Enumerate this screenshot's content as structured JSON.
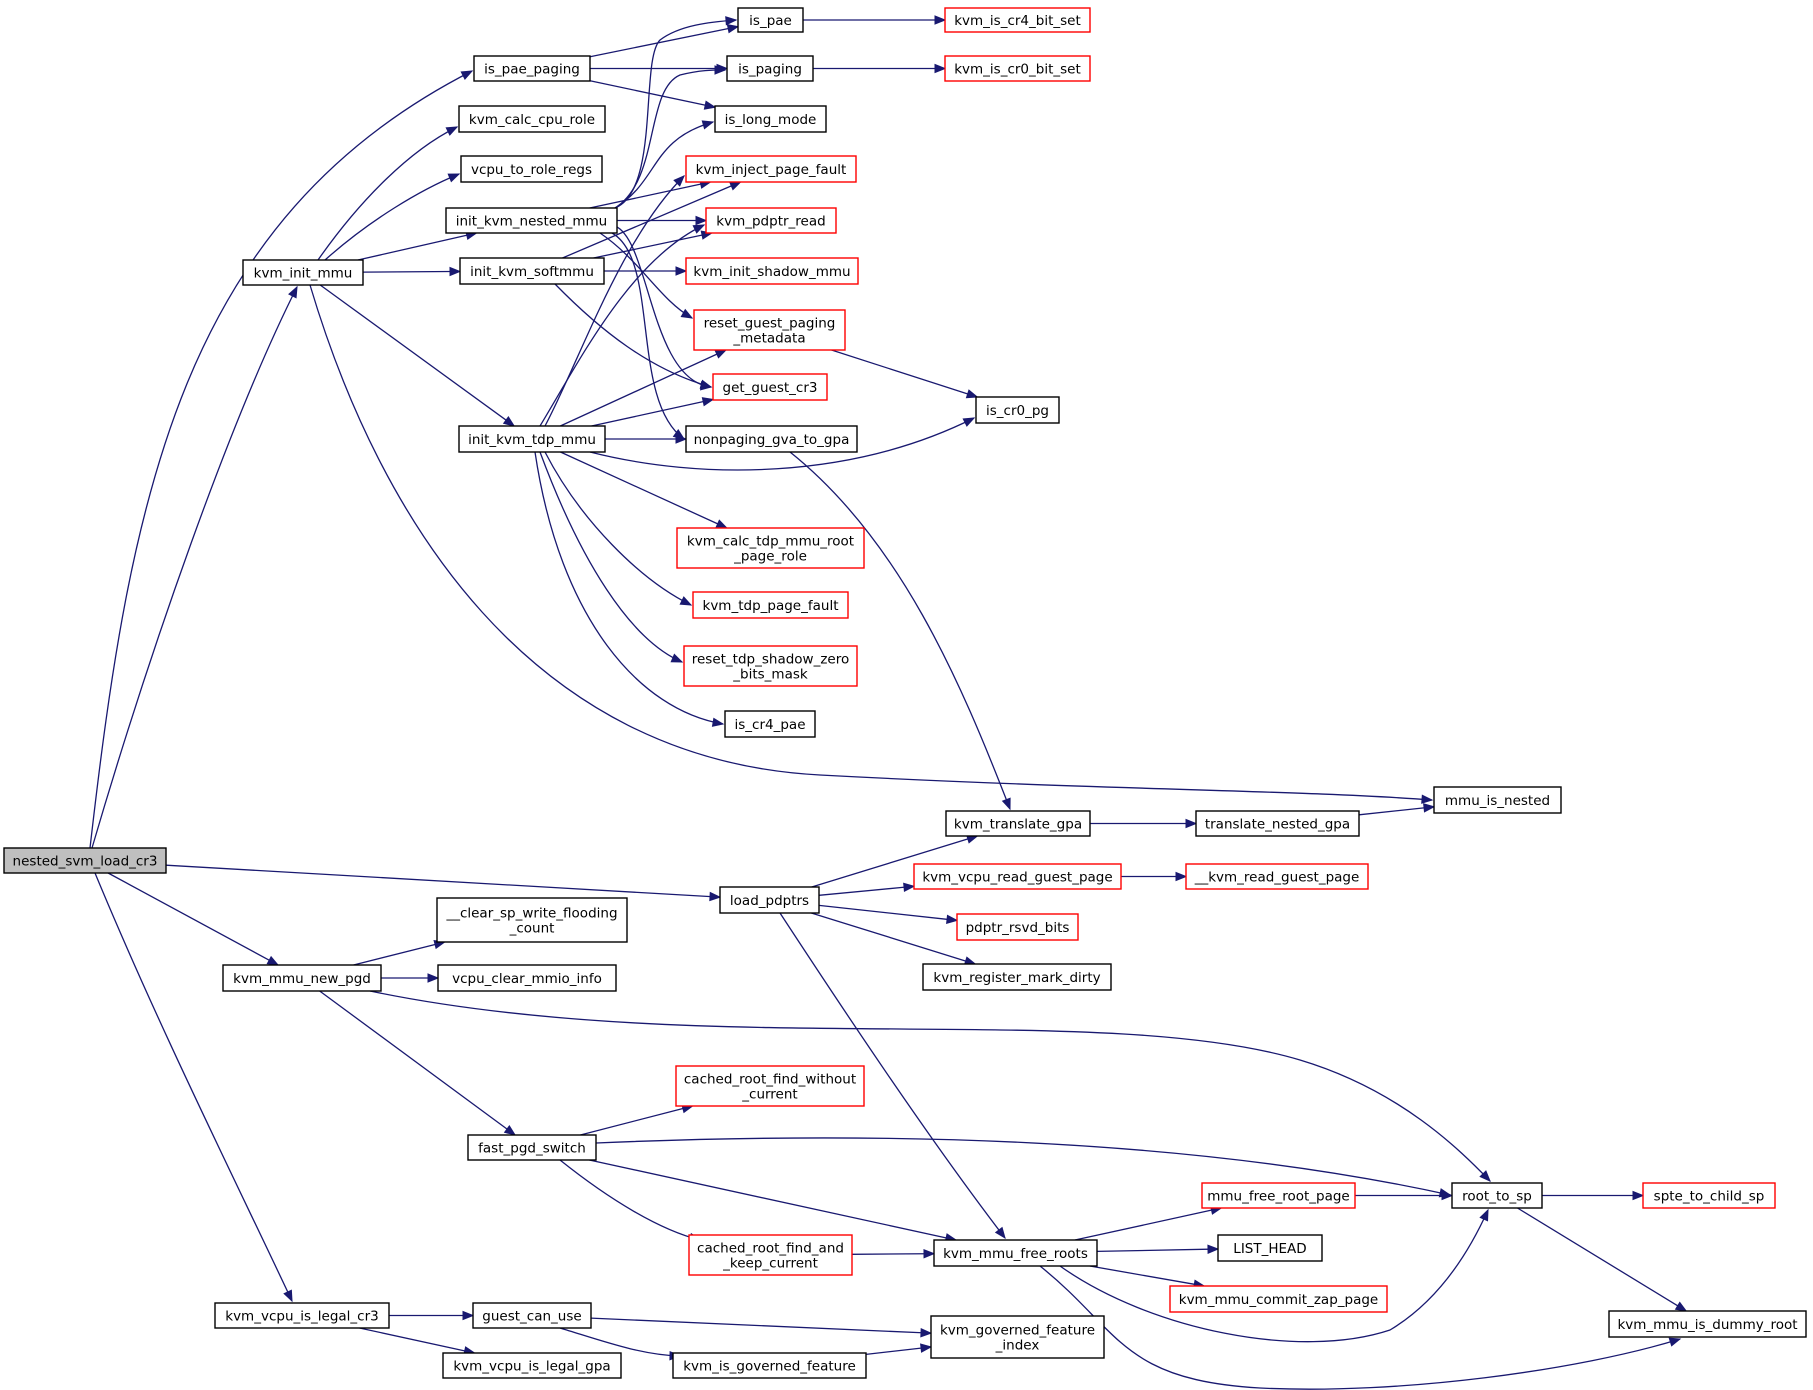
{
  "colors": {
    "edge": "#191970",
    "border_default": "#000000",
    "border_external": "#ff0000",
    "fill_default": "#ffffff",
    "fill_selected": "#bfbfbf"
  },
  "nodes": [
    {
      "id": "nested_svm_load_cr3",
      "lines": [
        "nested_svm_load_cr3"
      ],
      "style": "selected"
    },
    {
      "id": "kvm_init_mmu",
      "lines": [
        "kvm_init_mmu"
      ],
      "style": "default"
    },
    {
      "id": "kvm_mmu_new_pgd",
      "lines": [
        "kvm_mmu_new_pgd"
      ],
      "style": "default"
    },
    {
      "id": "kvm_vcpu_is_legal_cr3",
      "lines": [
        "kvm_vcpu_is_legal_cr3"
      ],
      "style": "default"
    },
    {
      "id": "is_pae_paging",
      "lines": [
        "is_pae_paging"
      ],
      "style": "default"
    },
    {
      "id": "kvm_calc_cpu_role",
      "lines": [
        "kvm_calc_cpu_role"
      ],
      "style": "default"
    },
    {
      "id": "vcpu_to_role_regs",
      "lines": [
        "vcpu_to_role_regs"
      ],
      "style": "default"
    },
    {
      "id": "init_kvm_nested_mmu",
      "lines": [
        "init_kvm_nested_mmu"
      ],
      "style": "default"
    },
    {
      "id": "init_kvm_softmmu",
      "lines": [
        "init_kvm_softmmu"
      ],
      "style": "default"
    },
    {
      "id": "init_kvm_tdp_mmu",
      "lines": [
        "init_kvm_tdp_mmu"
      ],
      "style": "default"
    },
    {
      "id": "clear_sp_write_flooding_count",
      "lines": [
        "__clear_sp_write_flooding",
        "_count"
      ],
      "style": "default"
    },
    {
      "id": "vcpu_clear_mmio_info",
      "lines": [
        "vcpu_clear_mmio_info"
      ],
      "style": "default"
    },
    {
      "id": "fast_pgd_switch",
      "lines": [
        "fast_pgd_switch"
      ],
      "style": "default"
    },
    {
      "id": "guest_can_use",
      "lines": [
        "guest_can_use"
      ],
      "style": "default"
    },
    {
      "id": "kvm_vcpu_is_legal_gpa",
      "lines": [
        "kvm_vcpu_is_legal_gpa"
      ],
      "style": "default"
    },
    {
      "id": "is_pae",
      "lines": [
        "is_pae"
      ],
      "style": "default"
    },
    {
      "id": "is_paging",
      "lines": [
        "is_paging"
      ],
      "style": "default"
    },
    {
      "id": "is_long_mode",
      "lines": [
        "is_long_mode"
      ],
      "style": "default"
    },
    {
      "id": "kvm_inject_page_fault",
      "lines": [
        "kvm_inject_page_fault"
      ],
      "style": "external"
    },
    {
      "id": "kvm_pdptr_read",
      "lines": [
        "kvm_pdptr_read"
      ],
      "style": "external"
    },
    {
      "id": "kvm_init_shadow_mmu",
      "lines": [
        "kvm_init_shadow_mmu"
      ],
      "style": "external"
    },
    {
      "id": "reset_guest_paging_metadata",
      "lines": [
        "reset_guest_paging",
        "_metadata"
      ],
      "style": "external"
    },
    {
      "id": "get_guest_cr3",
      "lines": [
        "get_guest_cr3"
      ],
      "style": "external"
    },
    {
      "id": "nonpaging_gva_to_gpa",
      "lines": [
        "nonpaging_gva_to_gpa"
      ],
      "style": "default"
    },
    {
      "id": "kvm_calc_tdp_mmu_root_page_role",
      "lines": [
        "kvm_calc_tdp_mmu_root",
        "_page_role"
      ],
      "style": "external"
    },
    {
      "id": "kvm_tdp_page_fault",
      "lines": [
        "kvm_tdp_page_fault"
      ],
      "style": "external"
    },
    {
      "id": "reset_tdp_shadow_zero_bits_mask",
      "lines": [
        "reset_tdp_shadow_zero",
        "_bits_mask"
      ],
      "style": "external"
    },
    {
      "id": "is_cr4_pae",
      "lines": [
        "is_cr4_pae"
      ],
      "style": "default"
    },
    {
      "id": "load_pdptrs",
      "lines": [
        "load_pdptrs"
      ],
      "style": "default"
    },
    {
      "id": "cached_root_find_without_current",
      "lines": [
        "cached_root_find_without",
        "_current"
      ],
      "style": "external"
    },
    {
      "id": "cached_root_find_and_keep_current",
      "lines": [
        "cached_root_find_and",
        "_keep_current"
      ],
      "style": "external"
    },
    {
      "id": "kvm_is_governed_feature",
      "lines": [
        "kvm_is_governed_feature"
      ],
      "style": "default"
    },
    {
      "id": "kvm_is_cr4_bit_set",
      "lines": [
        "kvm_is_cr4_bit_set"
      ],
      "style": "external"
    },
    {
      "id": "kvm_is_cr0_bit_set",
      "lines": [
        "kvm_is_cr0_bit_set"
      ],
      "style": "external"
    },
    {
      "id": "is_cr0_pg",
      "lines": [
        "is_cr0_pg"
      ],
      "style": "default"
    },
    {
      "id": "kvm_translate_gpa",
      "lines": [
        "kvm_translate_gpa"
      ],
      "style": "default"
    },
    {
      "id": "kvm_vcpu_read_guest_page",
      "lines": [
        "kvm_vcpu_read_guest_page"
      ],
      "style": "external"
    },
    {
      "id": "pdptr_rsvd_bits",
      "lines": [
        "pdptr_rsvd_bits"
      ],
      "style": "external"
    },
    {
      "id": "kvm_register_mark_dirty",
      "lines": [
        "kvm_register_mark_dirty"
      ],
      "style": "default"
    },
    {
      "id": "kvm_mmu_free_roots",
      "lines": [
        "kvm_mmu_free_roots"
      ],
      "style": "default"
    },
    {
      "id": "kvm_governed_feature_index",
      "lines": [
        "kvm_governed_feature",
        "_index"
      ],
      "style": "default"
    },
    {
      "id": "translate_nested_gpa",
      "lines": [
        "translate_nested_gpa"
      ],
      "style": "default"
    },
    {
      "id": "kvm_read_guest_page",
      "lines": [
        "__kvm_read_guest_page"
      ],
      "style": "external"
    },
    {
      "id": "mmu_free_root_page",
      "lines": [
        "mmu_free_root_page"
      ],
      "style": "external"
    },
    {
      "id": "LIST_HEAD",
      "lines": [
        "LIST_HEAD"
      ],
      "style": "default"
    },
    {
      "id": "kvm_mmu_commit_zap_page",
      "lines": [
        "kvm_mmu_commit_zap_page"
      ],
      "style": "external"
    },
    {
      "id": "mmu_is_nested",
      "lines": [
        "mmu_is_nested"
      ],
      "style": "default"
    },
    {
      "id": "root_to_sp",
      "lines": [
        "root_to_sp"
      ],
      "style": "default"
    },
    {
      "id": "spte_to_child_sp",
      "lines": [
        "spte_to_child_sp"
      ],
      "style": "external"
    },
    {
      "id": "kvm_mmu_is_dummy_root",
      "lines": [
        "kvm_mmu_is_dummy_root"
      ],
      "style": "default"
    }
  ],
  "edges": [
    [
      "nested_svm_load_cr3",
      "is_pae_paging"
    ],
    [
      "nested_svm_load_cr3",
      "kvm_init_mmu"
    ],
    [
      "nested_svm_load_cr3",
      "load_pdptrs"
    ],
    [
      "nested_svm_load_cr3",
      "kvm_mmu_new_pgd"
    ],
    [
      "nested_svm_load_cr3",
      "kvm_vcpu_is_legal_cr3"
    ],
    [
      "is_pae_paging",
      "is_pae"
    ],
    [
      "is_pae_paging",
      "is_paging"
    ],
    [
      "is_pae_paging",
      "is_long_mode"
    ],
    [
      "is_pae",
      "kvm_is_cr4_bit_set"
    ],
    [
      "is_paging",
      "kvm_is_cr0_bit_set"
    ],
    [
      "kvm_init_mmu",
      "kvm_calc_cpu_role"
    ],
    [
      "kvm_init_mmu",
      "vcpu_to_role_regs"
    ],
    [
      "kvm_init_mmu",
      "init_kvm_nested_mmu"
    ],
    [
      "kvm_init_mmu",
      "init_kvm_softmmu"
    ],
    [
      "kvm_init_mmu",
      "init_kvm_tdp_mmu"
    ],
    [
      "kvm_init_mmu",
      "mmu_is_nested"
    ],
    [
      "init_kvm_nested_mmu",
      "is_pae"
    ],
    [
      "init_kvm_nested_mmu",
      "is_paging"
    ],
    [
      "init_kvm_nested_mmu",
      "is_long_mode"
    ],
    [
      "init_kvm_nested_mmu",
      "kvm_inject_page_fault"
    ],
    [
      "init_kvm_nested_mmu",
      "kvm_pdptr_read"
    ],
    [
      "init_kvm_nested_mmu",
      "reset_guest_paging_metadata"
    ],
    [
      "init_kvm_nested_mmu",
      "get_guest_cr3"
    ],
    [
      "init_kvm_nested_mmu",
      "nonpaging_gva_to_gpa"
    ],
    [
      "init_kvm_softmmu",
      "kvm_inject_page_fault"
    ],
    [
      "init_kvm_softmmu",
      "kvm_pdptr_read"
    ],
    [
      "init_kvm_softmmu",
      "kvm_init_shadow_mmu"
    ],
    [
      "init_kvm_softmmu",
      "get_guest_cr3"
    ],
    [
      "init_kvm_tdp_mmu",
      "kvm_inject_page_fault"
    ],
    [
      "init_kvm_tdp_mmu",
      "kvm_pdptr_read"
    ],
    [
      "init_kvm_tdp_mmu",
      "reset_guest_paging_metadata"
    ],
    [
      "init_kvm_tdp_mmu",
      "get_guest_cr3"
    ],
    [
      "init_kvm_tdp_mmu",
      "nonpaging_gva_to_gpa"
    ],
    [
      "init_kvm_tdp_mmu",
      "is_cr0_pg"
    ],
    [
      "init_kvm_tdp_mmu",
      "kvm_calc_tdp_mmu_root_page_role"
    ],
    [
      "init_kvm_tdp_mmu",
      "kvm_tdp_page_fault"
    ],
    [
      "init_kvm_tdp_mmu",
      "reset_tdp_shadow_zero_bits_mask"
    ],
    [
      "init_kvm_tdp_mmu",
      "is_cr4_pae"
    ],
    [
      "reset_guest_paging_metadata",
      "is_cr0_pg"
    ],
    [
      "nonpaging_gva_to_gpa",
      "kvm_translate_gpa"
    ],
    [
      "kvm_translate_gpa",
      "translate_nested_gpa"
    ],
    [
      "translate_nested_gpa",
      "mmu_is_nested"
    ],
    [
      "load_pdptrs",
      "kvm_translate_gpa"
    ],
    [
      "load_pdptrs",
      "kvm_vcpu_read_guest_page"
    ],
    [
      "load_pdptrs",
      "pdptr_rsvd_bits"
    ],
    [
      "load_pdptrs",
      "kvm_register_mark_dirty"
    ],
    [
      "load_pdptrs",
      "kvm_mmu_free_roots"
    ],
    [
      "kvm_vcpu_read_guest_page",
      "kvm_read_guest_page"
    ],
    [
      "kvm_mmu_new_pgd",
      "clear_sp_write_flooding_count"
    ],
    [
      "kvm_mmu_new_pgd",
      "vcpu_clear_mmio_info"
    ],
    [
      "kvm_mmu_new_pgd",
      "fast_pgd_switch"
    ],
    [
      "kvm_mmu_new_pgd",
      "root_to_sp"
    ],
    [
      "fast_pgd_switch",
      "cached_root_find_without_current"
    ],
    [
      "fast_pgd_switch",
      "root_to_sp"
    ],
    [
      "fast_pgd_switch",
      "kvm_mmu_free_roots"
    ],
    [
      "fast_pgd_switch",
      "cached_root_find_and_keep_current"
    ],
    [
      "cached_root_find_and_keep_current",
      "kvm_mmu_free_roots"
    ],
    [
      "kvm_mmu_free_roots",
      "mmu_free_root_page"
    ],
    [
      "kvm_mmu_free_roots",
      "LIST_HEAD"
    ],
    [
      "kvm_mmu_free_roots",
      "kvm_mmu_commit_zap_page"
    ],
    [
      "kvm_mmu_free_roots",
      "root_to_sp"
    ],
    [
      "kvm_mmu_free_roots",
      "kvm_mmu_is_dummy_root"
    ],
    [
      "mmu_free_root_page",
      "root_to_sp"
    ],
    [
      "root_to_sp",
      "spte_to_child_sp"
    ],
    [
      "root_to_sp",
      "kvm_mmu_is_dummy_root"
    ],
    [
      "kvm_vcpu_is_legal_cr3",
      "guest_can_use"
    ],
    [
      "kvm_vcpu_is_legal_cr3",
      "kvm_vcpu_is_legal_gpa"
    ],
    [
      "guest_can_use",
      "kvm_governed_feature_index"
    ],
    [
      "guest_can_use",
      "kvm_is_governed_feature"
    ],
    [
      "kvm_is_governed_feature",
      "kvm_governed_feature_index"
    ]
  ]
}
